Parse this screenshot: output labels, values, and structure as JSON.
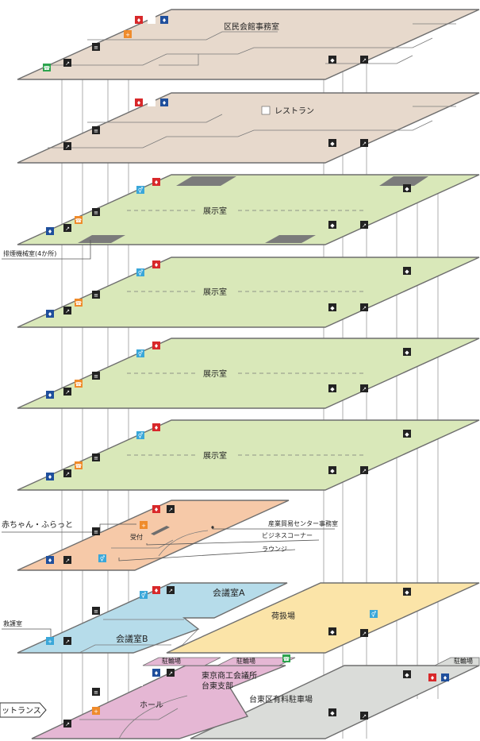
{
  "labels": {
    "f9_office": "区民会館事務室",
    "f8_restaurant": "レストラン",
    "exhibition": "展示室",
    "smoke_room": "排煙機械室(4か所)",
    "baby": "赤ちゃん・ふらっと",
    "trade_office": "産業貿易センター事務室",
    "reception": "受付",
    "business_corner": "ビジネスコーナー",
    "lounge": "ラウンジ",
    "meeting_a": "会議室A",
    "meeting_b": "会議室B",
    "loading": "荷扱場",
    "first_aid": "救護室",
    "bike1": "駐輪場",
    "bike2": "駐輪場",
    "bike3": "駐輪場",
    "chamber": "東京商工会議所",
    "chamber_branch": "台東支部",
    "hall": "ホール",
    "parking": "台東区有料駐車場",
    "entrance": "ットランス"
  },
  "colors": {
    "beige": "#e7d9cc",
    "green": "#d9e8b9",
    "salmon": "#f6c9a8",
    "blue": "#b6dcea",
    "yellow": "#fbe4a8",
    "pink": "#e5b7d4",
    "gray": "#dadcd9",
    "dark_block": "#7b7b7b",
    "toilet_red": "#d8282a",
    "toilet_blue": "#1f4f9c",
    "orange": "#ef8b2b",
    "cyan": "#3aa7d9",
    "green_icon": "#2da44e",
    "black_icon": "#222222"
  },
  "icons": [
    "stairs-icon",
    "elevator-icon",
    "escalator-icon",
    "toilet-icon",
    "wheelchair-icon",
    "nursing-icon",
    "phone-icon",
    "restaurant-icon",
    "aed-icon"
  ]
}
